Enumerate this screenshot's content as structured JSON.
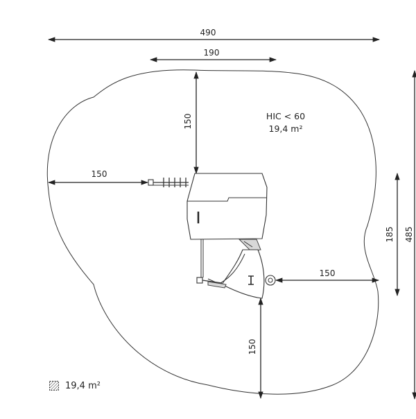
{
  "dimensions": {
    "total_width": "490",
    "top_width": "190",
    "top_gap": "150",
    "left_gap": "150",
    "right_gap": "150",
    "bottom_gap": "150",
    "inner_height": "185",
    "total_height": "485"
  },
  "zone_label": {
    "hic": "HIC < 60",
    "area": "19,4 m²"
  },
  "legend": {
    "area": "19,4 m²",
    "icon": "hatched-square-icon"
  },
  "colors": {
    "line": "#222222",
    "fill": "#ffffff",
    "shade": "#d8d8d8"
  }
}
